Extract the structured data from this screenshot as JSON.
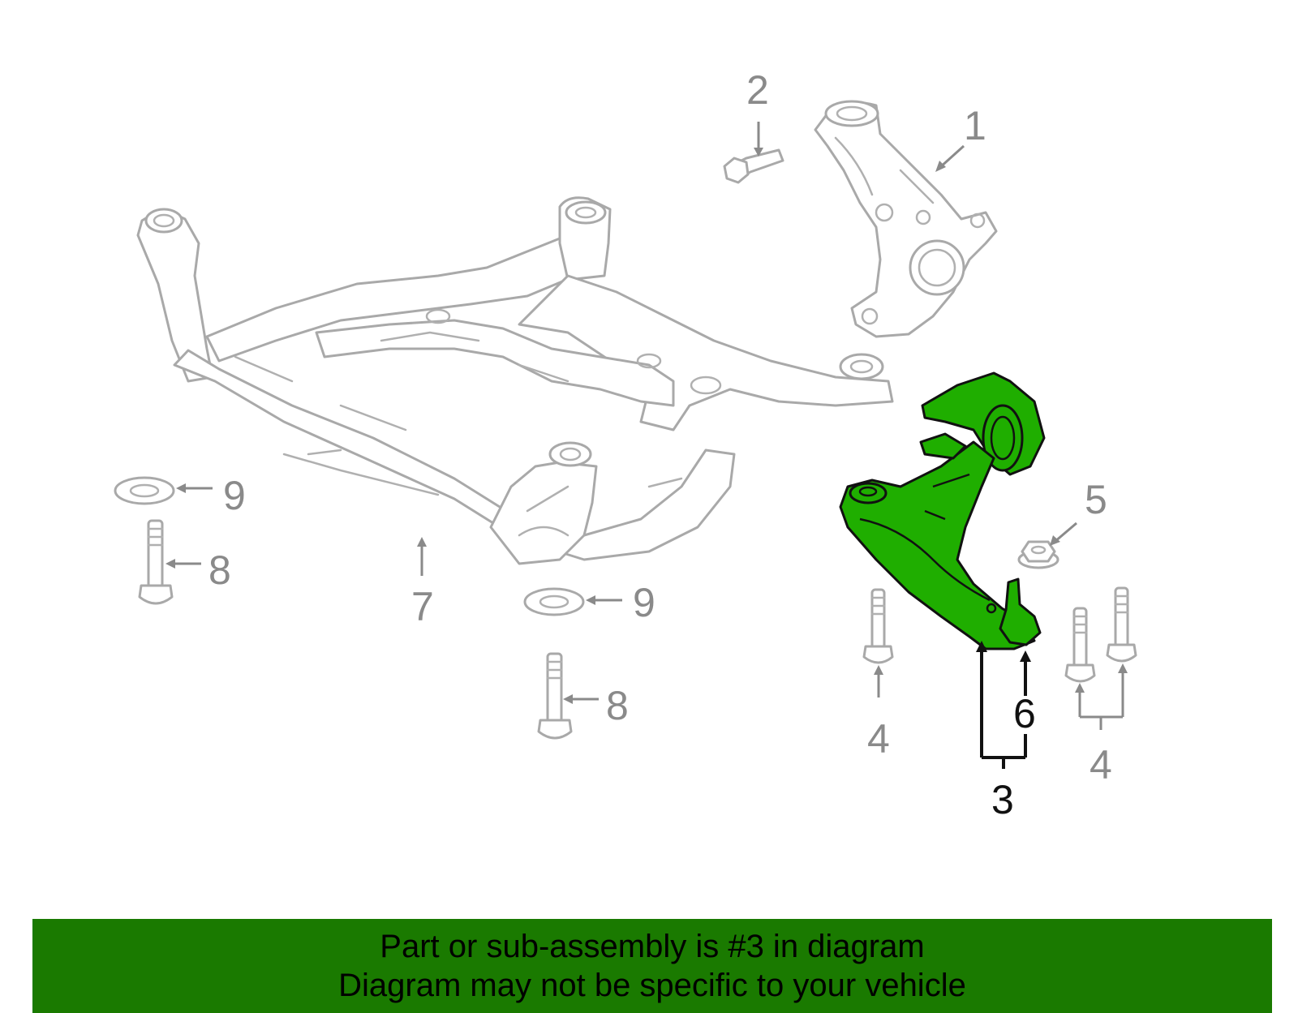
{
  "callouts": {
    "c1": "1",
    "c2": "2",
    "c3": "3",
    "c4a": "4",
    "c4b": "4",
    "c5": "5",
    "c6": "6",
    "c7": "7",
    "c8a": "8",
    "c8b": "8",
    "c9a": "9",
    "c9b": "9"
  },
  "highlighted_part": "3",
  "colors": {
    "highlight_fill": "#1fae00",
    "banner_background": "#1a7a00",
    "outline_grey": "#a9a9a9",
    "label_grey": "#8a8a8a"
  },
  "banner": {
    "line1": "Part or sub-assembly is #3 in diagram",
    "line2": "Diagram may not be specific to your vehicle"
  }
}
